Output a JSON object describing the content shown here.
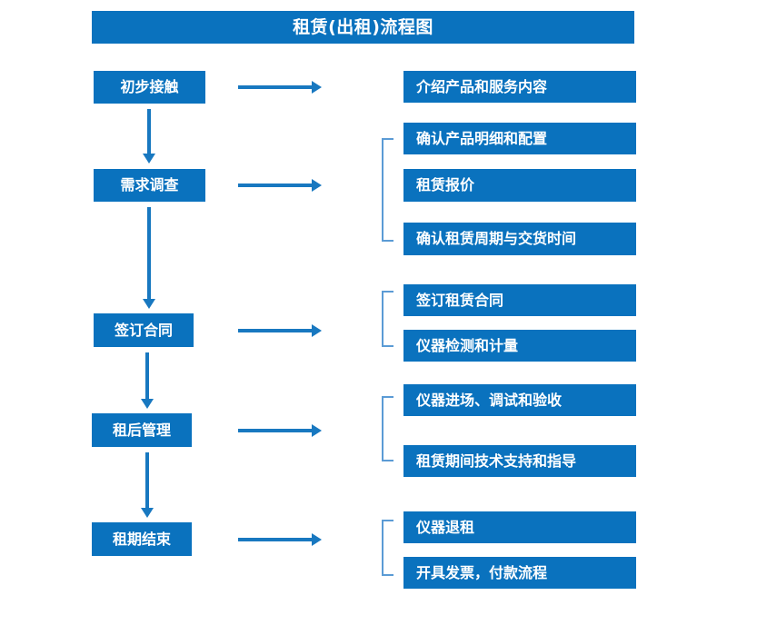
{
  "diagram": {
    "title": "租赁(出租)流程图",
    "colors": {
      "box_blue": "#0A72BE",
      "arrow_blue": "#1878C0",
      "bracket_blue": "#5B9BD5",
      "text_white": "#FFFFFF",
      "background": "#FFFFFF"
    },
    "stages": [
      {
        "id": "stage-1",
        "label": "初步接触"
      },
      {
        "id": "stage-2",
        "label": "需求调查"
      },
      {
        "id": "stage-3",
        "label": "签订合同"
      },
      {
        "id": "stage-4",
        "label": "租后管理"
      },
      {
        "id": "stage-5",
        "label": "租期结束"
      }
    ],
    "details": [
      {
        "id": "detail-1-1",
        "label": "介绍产品和服务内容"
      },
      {
        "id": "detail-2-1",
        "label": "确认产品明细和配置"
      },
      {
        "id": "detail-2-2",
        "label": "租赁报价"
      },
      {
        "id": "detail-2-3",
        "label": "确认租赁周期与交货时间"
      },
      {
        "id": "detail-3-1",
        "label": "签订租赁合同"
      },
      {
        "id": "detail-3-2",
        "label": "仪器检测和计量"
      },
      {
        "id": "detail-4-1",
        "label": "仪器进场、调试和验收"
      },
      {
        "id": "detail-4-2",
        "label": "租赁期间技术支持和指导"
      },
      {
        "id": "detail-5-1",
        "label": "仪器退租"
      },
      {
        "id": "detail-5-2",
        "label": "开具发票，付款流程"
      }
    ],
    "connectors": {
      "stage_to_detail_arrow": "right-arrow-icon",
      "stage_to_stage_arrow": "down-arrow-icon",
      "group_bracket": "group-bracket-icon"
    }
  }
}
